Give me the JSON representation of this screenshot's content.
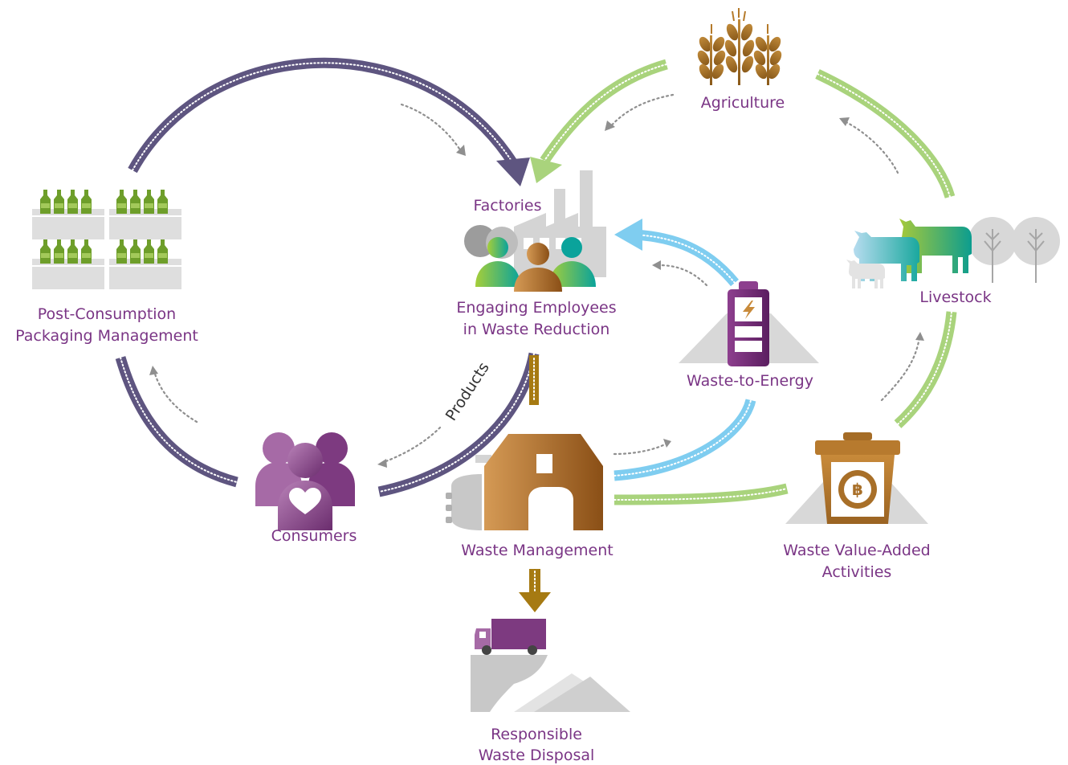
{
  "nodes": {
    "agriculture": "Agriculture",
    "factories": "Factories",
    "engaging_line1": "Engaging Employees",
    "engaging_line2": "in Waste Reduction",
    "post_line1": "Post-Consumption",
    "post_line2": "Packaging Management",
    "livestock": "Livestock",
    "waste_to_energy": "Waste-to-Energy",
    "consumers": "Consumers",
    "waste_management": "Waste Management",
    "value_line1": "Waste Value-Added",
    "value_line2": "Activities",
    "disposal_line1": "Responsible",
    "disposal_line2": "Waste Disposal"
  },
  "edge_labels": {
    "products": "Products"
  },
  "colors": {
    "label": "#7a3585",
    "purple_arrow": "#5e5580",
    "green_arrow": "#a9d37c",
    "blue_arrow": "#7fcdf0",
    "gold_arrow": "#a67a12",
    "grey": "#d4d4d4"
  },
  "icons": [
    "wheat-icon",
    "factory-icon",
    "people-icon",
    "bottles-icon",
    "cows-icon",
    "trees-icon",
    "battery-icon",
    "consumers-icon",
    "barn-icon",
    "bin-icon",
    "truck-icon"
  ]
}
